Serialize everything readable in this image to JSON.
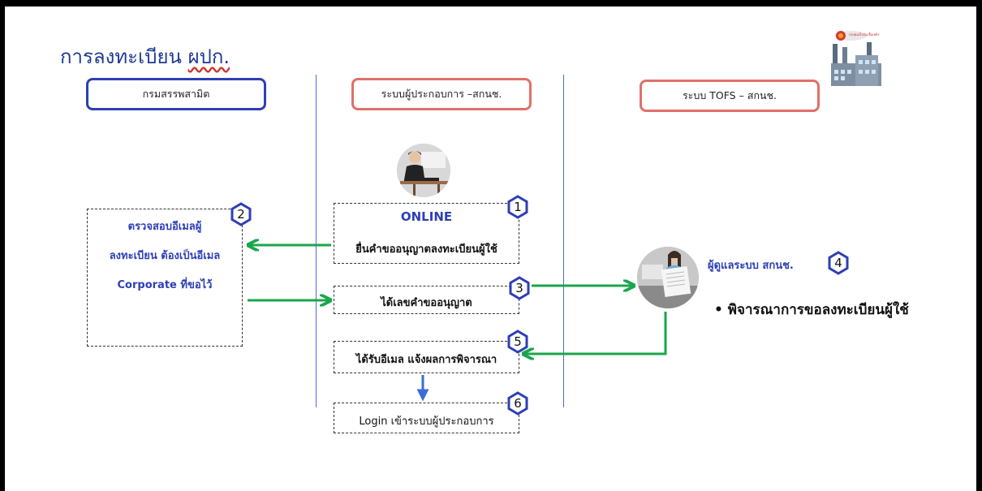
{
  "title": {
    "main": "การลงทะเบียน ",
    "underlined": "ผปก."
  },
  "headers": {
    "col1": "กรมสรรพสามิต",
    "col2": "ระบบผู้ประกอบการ –สกนช.",
    "col3": "ระบบ TOFS – สกนช."
  },
  "steps": {
    "s1": {
      "number": "1",
      "heading": "ONLINE",
      "text": "ยื่นคำขออนุญาตลงทะเบียนผู้ใช้"
    },
    "s2": {
      "number": "2",
      "lines": [
        "ตรวจสอบอีเมลผู้",
        "ลงทะเบียน ต้องเป็นอีเมล",
        "Corporate ที่ขอไว้"
      ]
    },
    "s3": {
      "number": "3",
      "text": "ได้เลขคำขออนุญาต"
    },
    "s4": {
      "number": "4",
      "title": "ผู้ดูแลระบบ สกนช.",
      "bullet": "• พิจารณาการขอลงทะเบียนผู้ใช้"
    },
    "s5": {
      "number": "5",
      "text": "ได้รับอีเมล แจ้งผลการพิจารณา"
    },
    "s6": {
      "number": "6",
      "text": "Login เข้าระบบผู้ประกอบการ"
    }
  },
  "logo_text": "กองทุนน้ำมันเชื้อเพลิง",
  "colors": {
    "title": "#1f3a93",
    "blue_border": "#2d3fb5",
    "red_border": "#e0706a",
    "arrow_green": "#1aa64b",
    "arrow_blue": "#3a6fd6"
  },
  "icons": [
    "factory-logo-icon",
    "office-worker-icon",
    "admin-woman-icon",
    "hexagon-badge-icon"
  ]
}
